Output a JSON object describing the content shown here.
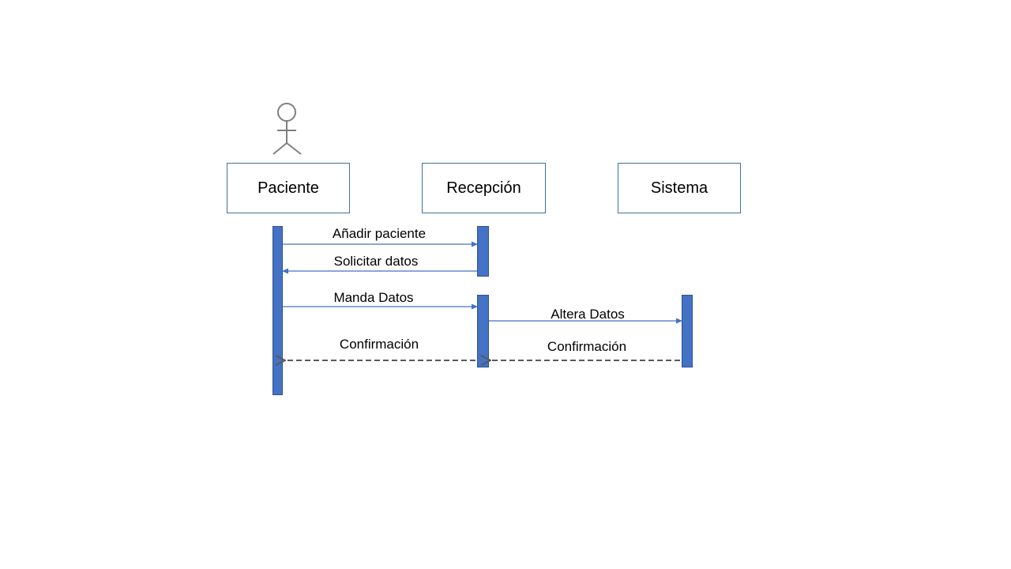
{
  "participants": [
    {
      "name": "Paciente",
      "is_actor": true
    },
    {
      "name": "Recepción",
      "is_actor": false
    },
    {
      "name": "Sistema",
      "is_actor": false
    }
  ],
  "messages": [
    {
      "label": "Añadir paciente",
      "from": "Paciente",
      "to": "Recepción",
      "style": "solid"
    },
    {
      "label": "Solicitar datos",
      "from": "Recepción",
      "to": "Paciente",
      "style": "solid"
    },
    {
      "label": "Manda Datos",
      "from": "Paciente",
      "to": "Recepción",
      "style": "solid"
    },
    {
      "label": "Altera Datos",
      "from": "Recepción",
      "to": "Sistema",
      "style": "solid"
    },
    {
      "label": "Confirmación",
      "from": "Sistema",
      "to": "Recepción",
      "style": "dashed"
    },
    {
      "label": "Confirmación",
      "from": "Recepción",
      "to": "Paciente",
      "style": "dashed"
    }
  ],
  "colors": {
    "activation_fill": "#4472c4",
    "box_border": "#41719c",
    "solid_arrow": "#4472c4",
    "dashed_arrow": "#595959",
    "actor_stroke": "#7f7f7f"
  }
}
